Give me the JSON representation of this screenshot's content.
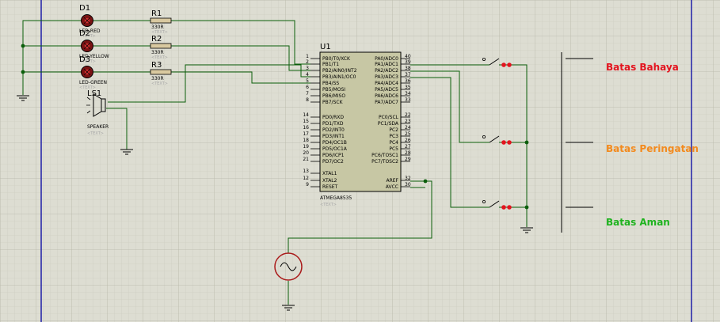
{
  "colors": {
    "grid_bg": "#ddddd2",
    "wire": "#0b5e0b",
    "border": "#1e1ea8",
    "ic_fill": "#c7c7a4",
    "danger": "#e3141f",
    "warning": "#f38a1d",
    "safe": "#1fb31f"
  },
  "leds": [
    {
      "ref": "D1",
      "label": "LED-RED",
      "text": "<TEXT>"
    },
    {
      "ref": "D2",
      "label": "LED-YELLOW",
      "text": "<TEXT>"
    },
    {
      "ref": "D3",
      "label": "LED-GREEN",
      "text": "<TEXT>"
    }
  ],
  "resistors": [
    {
      "ref": "R1",
      "value": "330R",
      "text": "<TEXT>"
    },
    {
      "ref": "R2",
      "value": "330R",
      "text": "<TEXT>"
    },
    {
      "ref": "R3",
      "value": "330R",
      "text": "<TEXT>"
    }
  ],
  "speaker": {
    "ref": "LS1",
    "label": "SPEAKER",
    "text": "<TEXT>"
  },
  "mcu": {
    "ref": "U1",
    "part": "ATMEGA8535",
    "text": "<TEXT>",
    "left_pins": [
      {
        "num": "1",
        "name": "PB0/T0/XCK"
      },
      {
        "num": "2",
        "name": "PB1/T1"
      },
      {
        "num": "3",
        "name": "PB2/AIN0/INT2"
      },
      {
        "num": "4",
        "name": "PB3/AIN1/OC0"
      },
      {
        "num": "5",
        "name": "PB4/SS"
      },
      {
        "num": "6",
        "name": "PB5/MOSI"
      },
      {
        "num": "7",
        "name": "PB6/MISO"
      },
      {
        "num": "8",
        "name": "PB7/SCK"
      },
      {
        "num": "14",
        "name": "PD0/RXD"
      },
      {
        "num": "15",
        "name": "PD1/TXD"
      },
      {
        "num": "16",
        "name": "PD2/INT0"
      },
      {
        "num": "17",
        "name": "PD3/INT1"
      },
      {
        "num": "18",
        "name": "PD4/OC1B"
      },
      {
        "num": "19",
        "name": "PD5/OC1A"
      },
      {
        "num": "20",
        "name": "PD6/ICP1"
      },
      {
        "num": "21",
        "name": "PD7/OC2"
      },
      {
        "num": "13",
        "name": "XTAL1"
      },
      {
        "num": "12",
        "name": "XTAL2"
      },
      {
        "num": "9",
        "name": "RESET"
      }
    ],
    "right_pins": [
      {
        "num": "40",
        "name": "PA0/ADC0"
      },
      {
        "num": "39",
        "name": "PA1/ADC1"
      },
      {
        "num": "38",
        "name": "PA2/ADC2"
      },
      {
        "num": "37",
        "name": "PA3/ADC3"
      },
      {
        "num": "36",
        "name": "PA4/ADC4"
      },
      {
        "num": "35",
        "name": "PA5/ADC5"
      },
      {
        "num": "34",
        "name": "PA6/ADC6"
      },
      {
        "num": "33",
        "name": "PA7/ADC7"
      },
      {
        "num": "22",
        "name": "PC0/SCL"
      },
      {
        "num": "23",
        "name": "PC1/SDA"
      },
      {
        "num": "24",
        "name": "PC2"
      },
      {
        "num": "25",
        "name": "PC3"
      },
      {
        "num": "26",
        "name": "PC4"
      },
      {
        "num": "27",
        "name": "PC5"
      },
      {
        "num": "28",
        "name": "PC6/TOSC1"
      },
      {
        "num": "29",
        "name": "PC7/TOSC2"
      },
      {
        "num": "32",
        "name": "AREF"
      },
      {
        "num": "30",
        "name": "AVCC"
      }
    ]
  },
  "zones": [
    {
      "label": "Batas Bahaya"
    },
    {
      "label": "Batas Peringatan"
    },
    {
      "label": "Batas Aman"
    }
  ]
}
